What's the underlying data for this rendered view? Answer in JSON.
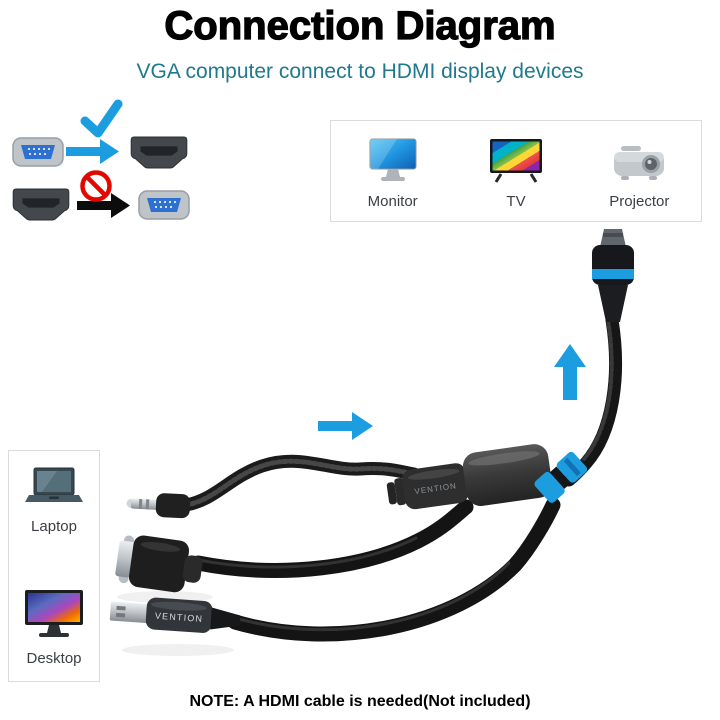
{
  "page": {
    "title": "Connection Diagram",
    "subtitle": "VGA computer connect to HDMI display devices",
    "note": "NOTE: A HDMI cable is needed(Not included)"
  },
  "compatibility": {
    "allowed": {
      "from_icon": "vga-port-icon",
      "to_icon": "hdmi-port-icon",
      "status_icon": "check-icon"
    },
    "not_allowed": {
      "from_icon": "hdmi-port-icon",
      "to_icon": "vga-port-icon",
      "status_icon": "no-sign-icon"
    }
  },
  "displays": {
    "items": [
      {
        "label": "Monitor",
        "icon": "monitor-icon"
      },
      {
        "label": "TV",
        "icon": "tv-icon"
      },
      {
        "label": "Projector",
        "icon": "projector-icon"
      }
    ]
  },
  "sources": {
    "items": [
      {
        "label": "Laptop",
        "icon": "laptop-icon"
      },
      {
        "label": "Desktop",
        "icon": "desktop-icon"
      }
    ]
  },
  "product": {
    "brand": "VENTION",
    "connector_icons": [
      "hdmi-plug",
      "adapter-body",
      "audio-jack-plug",
      "vga-plug",
      "usb-plug",
      "arrow-up-icon",
      "arrow-right-icon"
    ]
  },
  "colors": {
    "accent_blue": "#1c9de0",
    "subtitle_teal": "#20798c",
    "prohibit_red": "#e20800",
    "vga_face_blue": "#2e6fd2"
  }
}
